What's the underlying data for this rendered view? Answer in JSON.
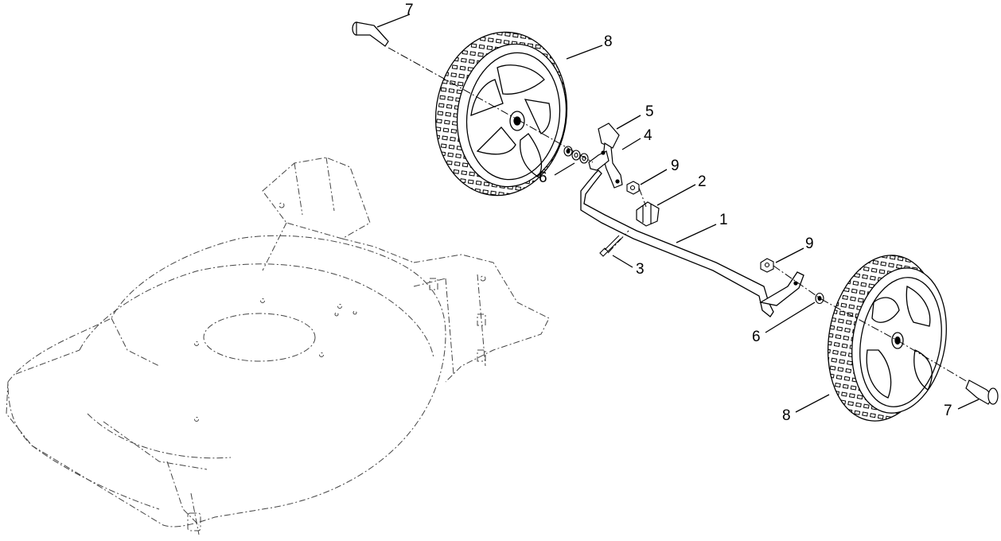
{
  "diagram": {
    "callouts": [
      {
        "id": "c7a",
        "label": "7"
      },
      {
        "id": "c8a",
        "label": "8"
      },
      {
        "id": "c5",
        "label": "5"
      },
      {
        "id": "c4",
        "label": "4"
      },
      {
        "id": "c9a",
        "label": "9"
      },
      {
        "id": "c2",
        "label": "2"
      },
      {
        "id": "c6a",
        "label": "6"
      },
      {
        "id": "c1",
        "label": "1"
      },
      {
        "id": "c3",
        "label": "3"
      },
      {
        "id": "c9b",
        "label": "9"
      },
      {
        "id": "c6b",
        "label": "6"
      },
      {
        "id": "c8b",
        "label": "8"
      },
      {
        "id": "c7b",
        "label": "7"
      }
    ]
  }
}
